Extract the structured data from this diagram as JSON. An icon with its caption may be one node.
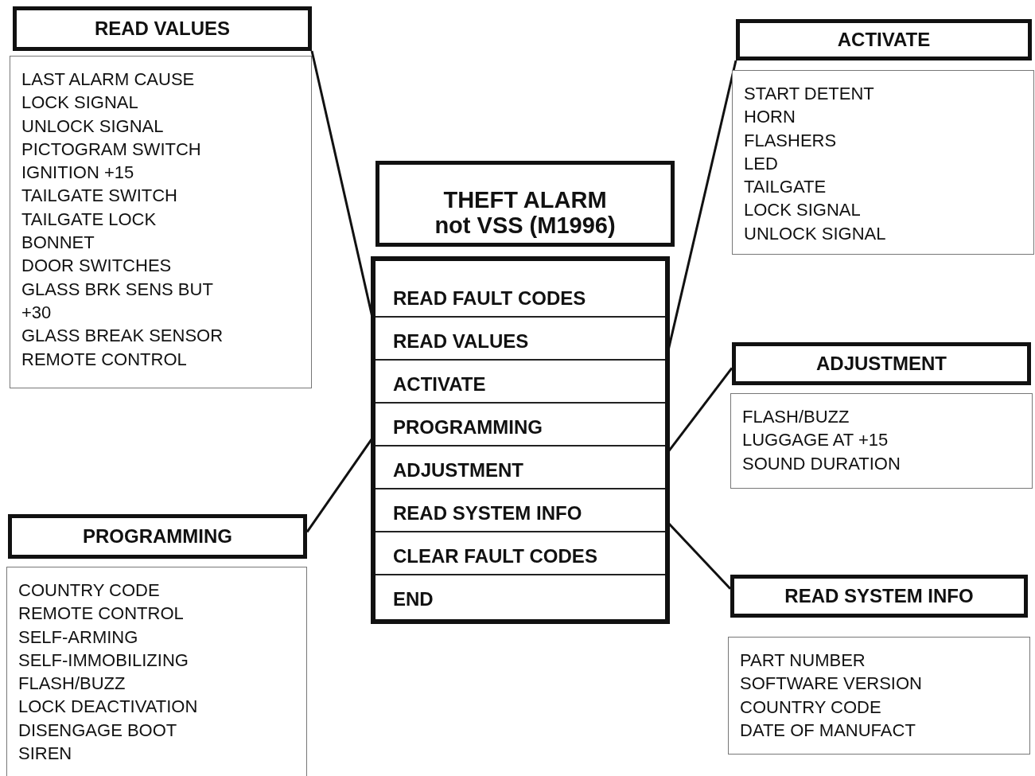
{
  "diagram": {
    "nodes": [
      {
        "text": [
          "READ VALUES"
        ]
      },
      {
        "text": [
          "LAST ALARM CAUSE",
          "LOCK SIGNAL",
          "UNLOCK SIGNAL",
          "PICTOGRAM SWITCH",
          "IGNITION +15",
          "TAILGATE SWITCH",
          "TAILGATE LOCK",
          "BONNET",
          "DOOR SWITCHES",
          "GLASS BRK SENS BUT",
          "+30",
          "GLASS BREAK SENSOR",
          "REMOTE CONTROL"
        ]
      },
      {
        "text": [
          "ACTIVATE"
        ]
      },
      {
        "text": [
          "START DETENT",
          "HORN",
          "FLASHERS",
          "LED",
          "TAILGATE",
          "LOCK SIGNAL",
          "UNLOCK SIGNAL"
        ]
      },
      {
        "text": [
          "THEFT ALARM not VSS (M1996)"
        ]
      },
      {
        "text": [],
        "shape": "box"
      },
      {
        "text": [
          "READ FAULT CODES"
        ],
        "in": 5
      },
      {
        "text": [
          "READ VALUES"
        ],
        "in": 5
      },
      {
        "text": [
          "ACTIVATE"
        ],
        "in": 5
      },
      {
        "text": [
          "PROGRAMMING"
        ],
        "in": 5
      },
      {
        "text": [
          "ADJUSTMENT"
        ],
        "in": 5
      },
      {
        "text": [
          "READ SYSTEM INFO"
        ],
        "in": 5
      },
      {
        "text": [
          "CLEAR FAULT CODES"
        ],
        "in": 5
      },
      {
        "text": [
          "END"
        ],
        "in": 5
      },
      {
        "text": [
          "ADJUSTMENT"
        ]
      },
      {
        "text": [
          "FLASH/BUZZ",
          "LUGGAGE AT +15",
          "SOUND DURATION"
        ]
      },
      {
        "text": [
          "PROGRAMMING"
        ]
      },
      {
        "text": [
          "COUNTRY CODE",
          "REMOTE CONTROL",
          "SELF-ARMING",
          "SELF-IMMOBILIZING",
          "FLASH/BUZZ",
          "LOCK DEACTIVATION",
          "DISENGAGE BOOT",
          "SIREN"
        ]
      },
      {
        "text": [
          "READ SYSTEM INFO"
        ]
      },
      {
        "text": [
          "PART NUMBER",
          "SOFTWARE VERSION",
          "COUNTRY CODE",
          "DATE OF MANUFACT"
        ]
      }
    ],
    "edges": [
      {
        "from": 7,
        "to": 0,
        "arrow": "none"
      },
      {
        "from": 8,
        "to": 2,
        "arrow": "none"
      },
      {
        "from": 9,
        "to": 16,
        "arrow": "none"
      },
      {
        "from": 10,
        "to": 14,
        "arrow": "none"
      },
      {
        "from": 11,
        "to": 18,
        "arrow": "none"
      }
    ]
  }
}
